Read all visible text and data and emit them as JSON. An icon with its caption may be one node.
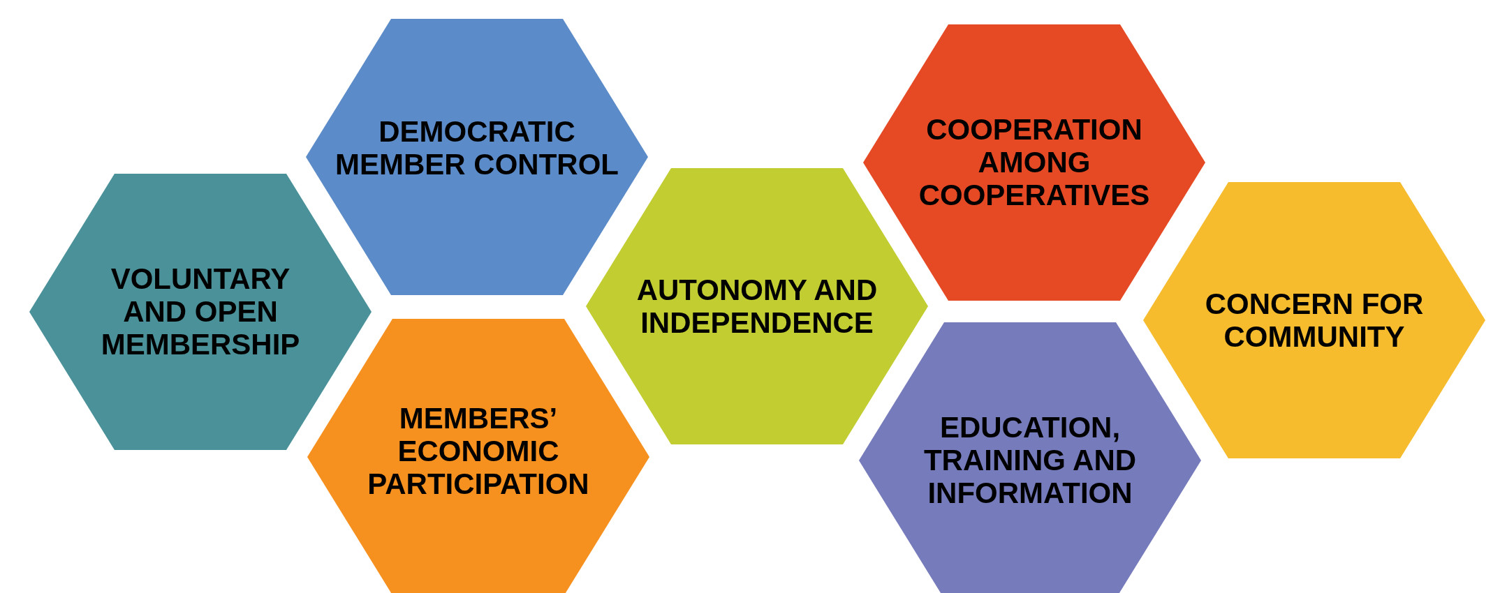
{
  "diagram": {
    "nodes": [
      {
        "text": [
          "VOLUNTARY AND OPEN MEMBERSHIP"
        ]
      },
      {
        "text": [
          "DEMOCRATIC MEMBER CONTROL"
        ]
      },
      {
        "text": [
          "MEMBERS’ ECONOMIC PARTICIPATION"
        ]
      },
      {
        "text": [
          "AUTONOMY AND INDEPENDENCE"
        ]
      },
      {
        "text": [
          "COOPERATION AMONG COOPERATIVES"
        ]
      },
      {
        "text": [
          "EDUCATION, TRAINING AND INFORMATION"
        ]
      },
      {
        "text": [
          "CONCERN FOR COMMUNITY"
        ]
      }
    ]
  }
}
